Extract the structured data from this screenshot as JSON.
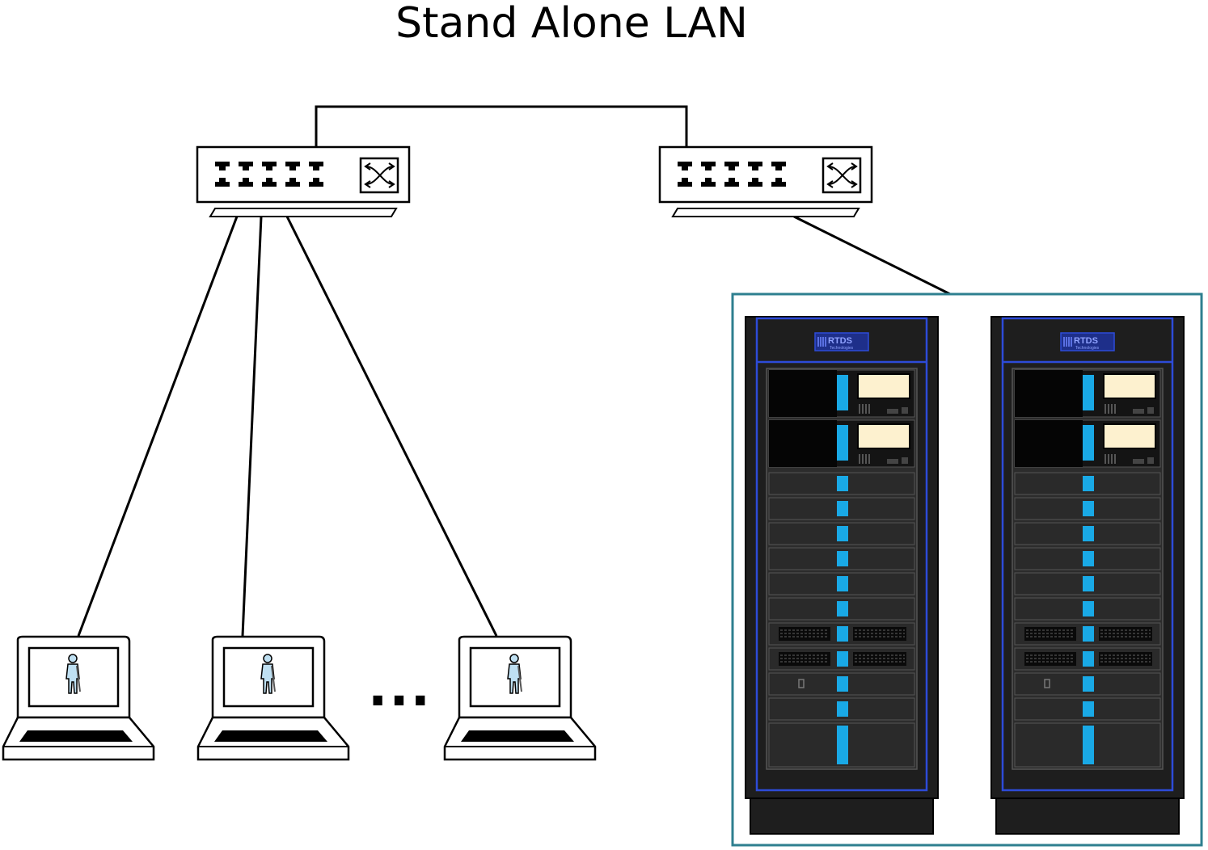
{
  "title": "Stand Alone LAN",
  "ellipsis": "...",
  "rack_logo": {
    "brand": "RTDS",
    "sub": "Technologies"
  },
  "colors": {
    "line": "#000000",
    "frame": "#2e7f8f",
    "rack_body": "#1e1e1e",
    "rack_trim": "#2d4bd8",
    "indicator": "#19a9e6",
    "display": "#fdf1cf",
    "user_figure": "#bfe0f2"
  },
  "devices": {
    "switches": [
      "network-switch",
      "network-switch"
    ],
    "laptops": [
      "laptop-workstation",
      "laptop-workstation",
      "laptop-workstation"
    ],
    "racks": [
      "rtds-simulator-rack",
      "rtds-simulator-rack"
    ]
  }
}
